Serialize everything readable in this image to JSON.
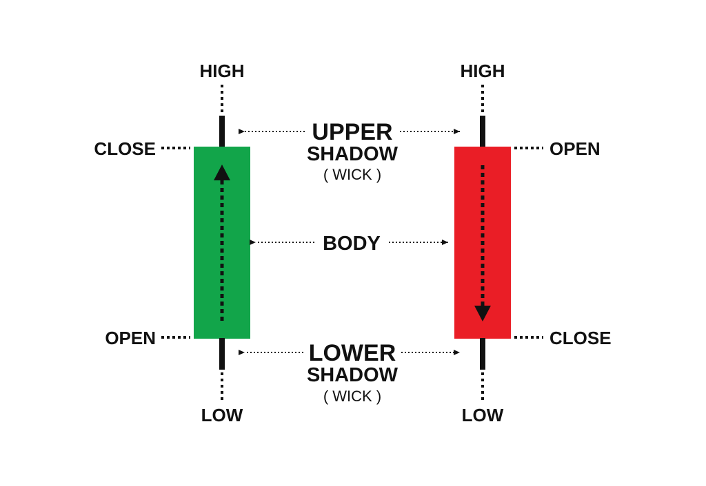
{
  "bullish": {
    "high": "HIGH",
    "close": "CLOSE",
    "open": "OPEN",
    "low": "LOW"
  },
  "bearish": {
    "high": "HIGH",
    "open": "OPEN",
    "close": "CLOSE",
    "low": "LOW"
  },
  "upper": {
    "line1": "UPPER",
    "line2": "SHADOW",
    "line3": "( WICK )"
  },
  "body_label": "BODY",
  "lower": {
    "line1": "LOWER",
    "line2": "SHADOW",
    "line3": "( WICK )"
  },
  "colors": {
    "bullish_body": "#12a54a",
    "bearish_body": "#ea1e26",
    "ink": "#111111"
  }
}
